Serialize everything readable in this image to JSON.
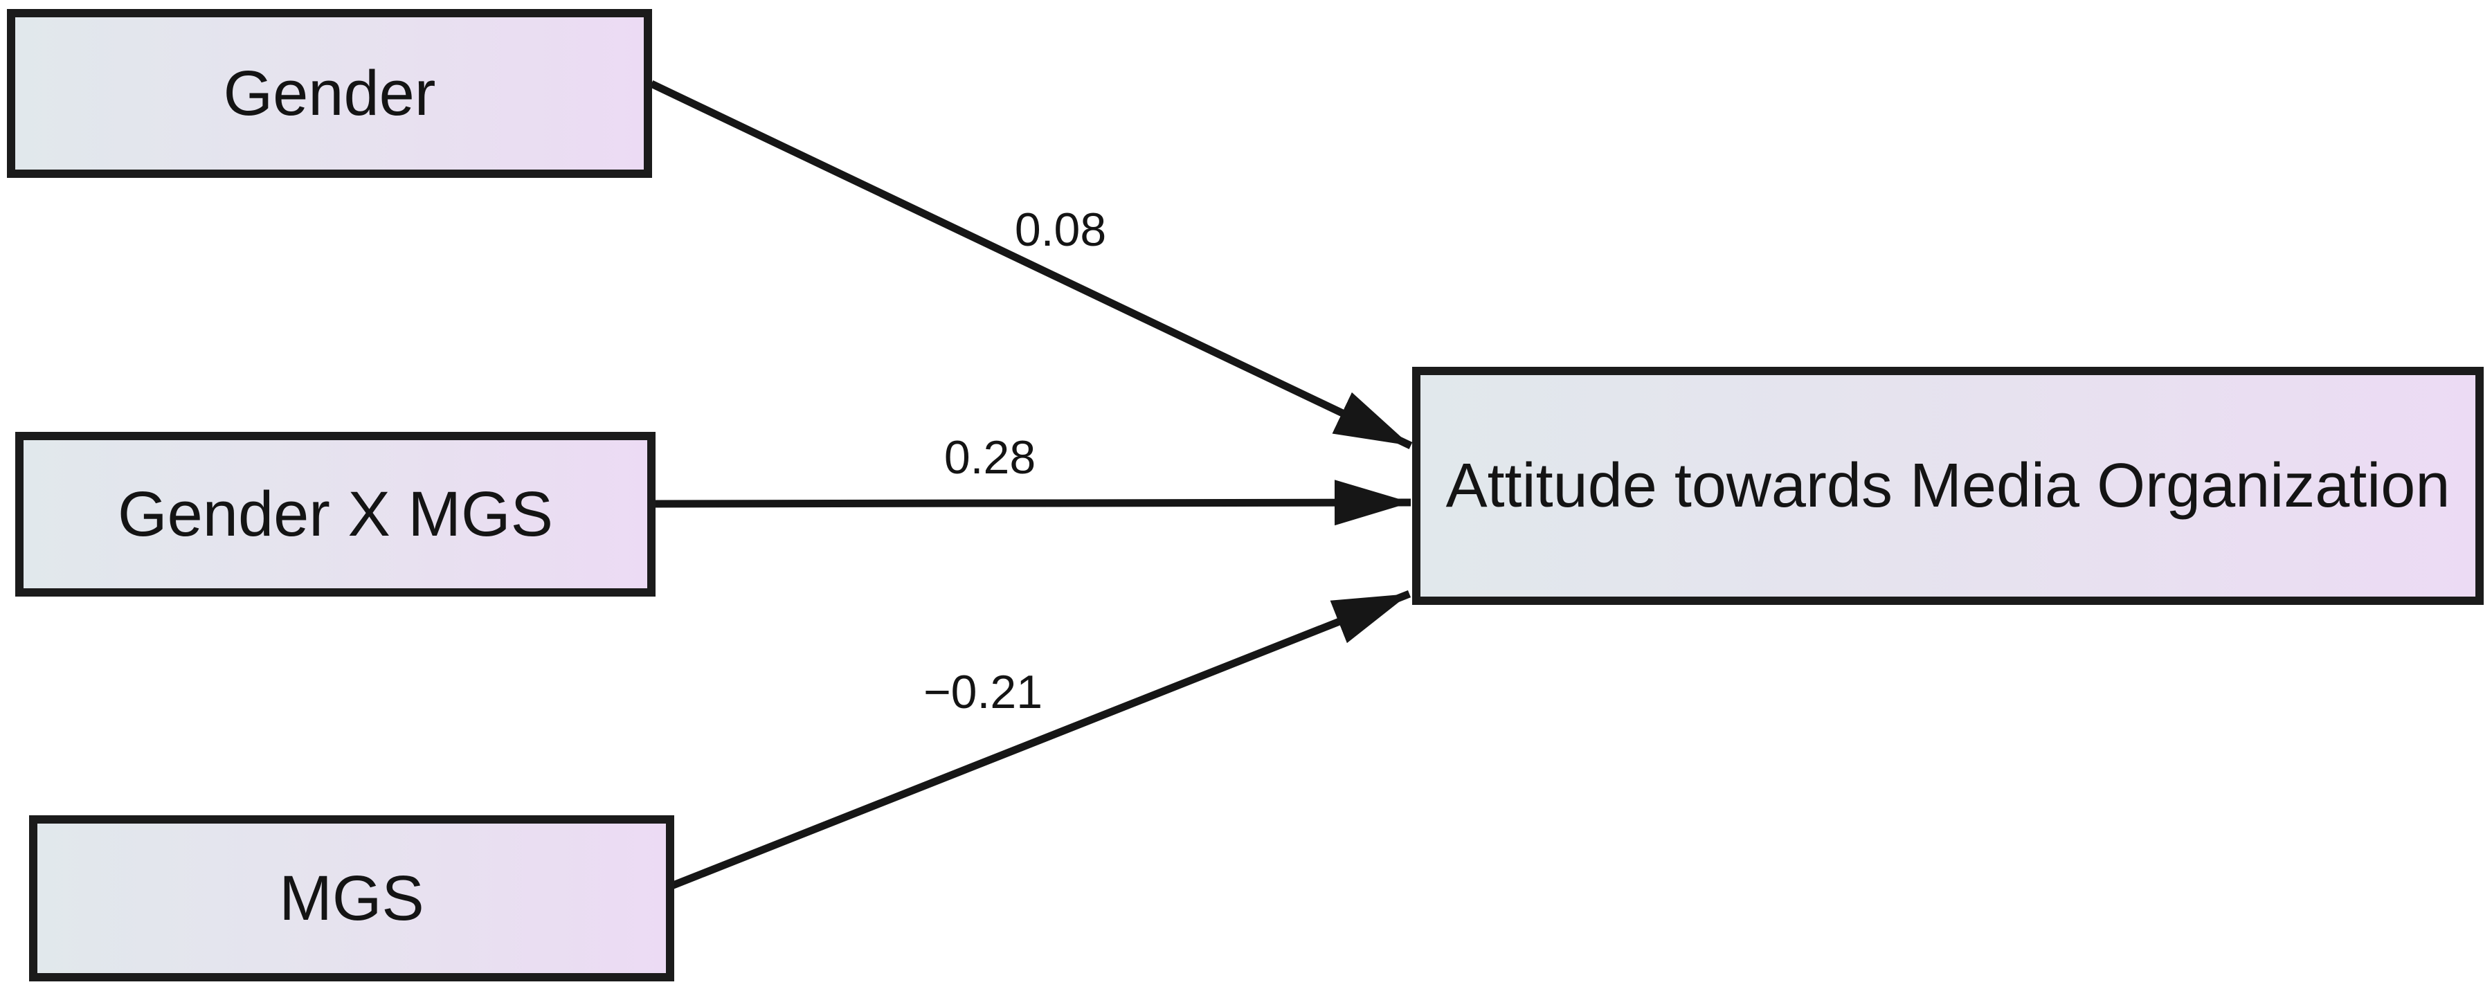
{
  "diagram": {
    "type": "path-model",
    "nodes": {
      "gender": {
        "label": "Gender"
      },
      "gender_x_mgs": {
        "label": "Gender X MGS"
      },
      "mgs": {
        "label": "MGS"
      },
      "attitude": {
        "label": "Attitude towards Media Organization"
      }
    },
    "edges": {
      "gender_to_attitude": {
        "from": "Gender",
        "to": "Attitude towards Media Organization",
        "coefficient": "0.08"
      },
      "gender_x_mgs_to_attitude": {
        "from": "Gender X MGS",
        "to": "Attitude towards Media Organization",
        "coefficient": "0.28"
      },
      "mgs_to_attitude": {
        "from": "MGS",
        "to": "Attitude towards Media Organization",
        "coefficient": "−0.21"
      }
    },
    "colors": {
      "background": "#ffffff",
      "node_fill_left": "#e1e8ec",
      "node_fill_right": "#ecdbf4",
      "node_border": "#1b1b1b",
      "arrow": "#161616",
      "text": "#141414"
    }
  }
}
